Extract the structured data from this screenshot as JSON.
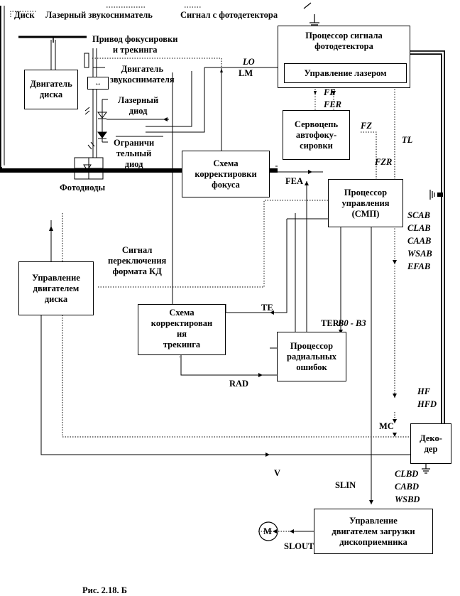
{
  "top_labels": {
    "disk": "Диск",
    "laser_pickup": "Лазерный звукосниматель",
    "photodetector_signal": "Сигнал с фотодетектора"
  },
  "blocks": {
    "disk_motor": "Двигатель\nдиска",
    "focus_drive": "Привод фокусировки\nи трекинга",
    "pickup_motor": "Двигатель\nзвукоснимателя",
    "laser_diode": "Лазерный\nдиод",
    "limiter_diode": "Ограничи\nтельный\nдиод",
    "photodiodes": "Фотодиоды",
    "signal_processor": "Процессор сигнала\nфотодетектора",
    "laser_control": "Управление лазером",
    "servo": "Сервоцепь\nавтофоку-\nсировки",
    "focus_correction": "Схема\nкорректировки\nфокуса",
    "control_processor": "Процессор\nуправления\n(СМП)",
    "disk_motor_control": "Управление\nдвигателем\nдиска",
    "tracking_correction": "Схема\nкорректирован\nия\nтрекинга",
    "radial_processor": "Процессор\nрадиальных\nошибок",
    "decoder": "Деко-\nдер",
    "loader_control": "Управление\nдвигателем загрузки\nдископриемника",
    "motor": "M"
  },
  "signals": {
    "LO": "LO",
    "LM": "LM",
    "FE": "FE",
    "FER": "FER",
    "FZ": "FZ",
    "TL": "TL",
    "FZR": "FZR",
    "FEA": "FEA",
    "SCAB": "SCAB",
    "CLAB": "CLAB",
    "CAAB": "CAAB",
    "WSAB": "WSAB",
    "EFAB": "EFAB",
    "format_switch": "Сигнал\nпереключения\nформата КД",
    "TE": "TE",
    "TER": "TER",
    "B03": "B0 - B3",
    "RAD": "RAD",
    "HF": "HF",
    "HFD": "HFD",
    "MC": "MC",
    "V": "V",
    "SLIN": "SLIN",
    "CLBD": "CLBD",
    "CABD": "CABD",
    "WSBD": "WSBD",
    "SLOUT": "SLOUT"
  },
  "caption": "Рис. 2.18. Б"
}
